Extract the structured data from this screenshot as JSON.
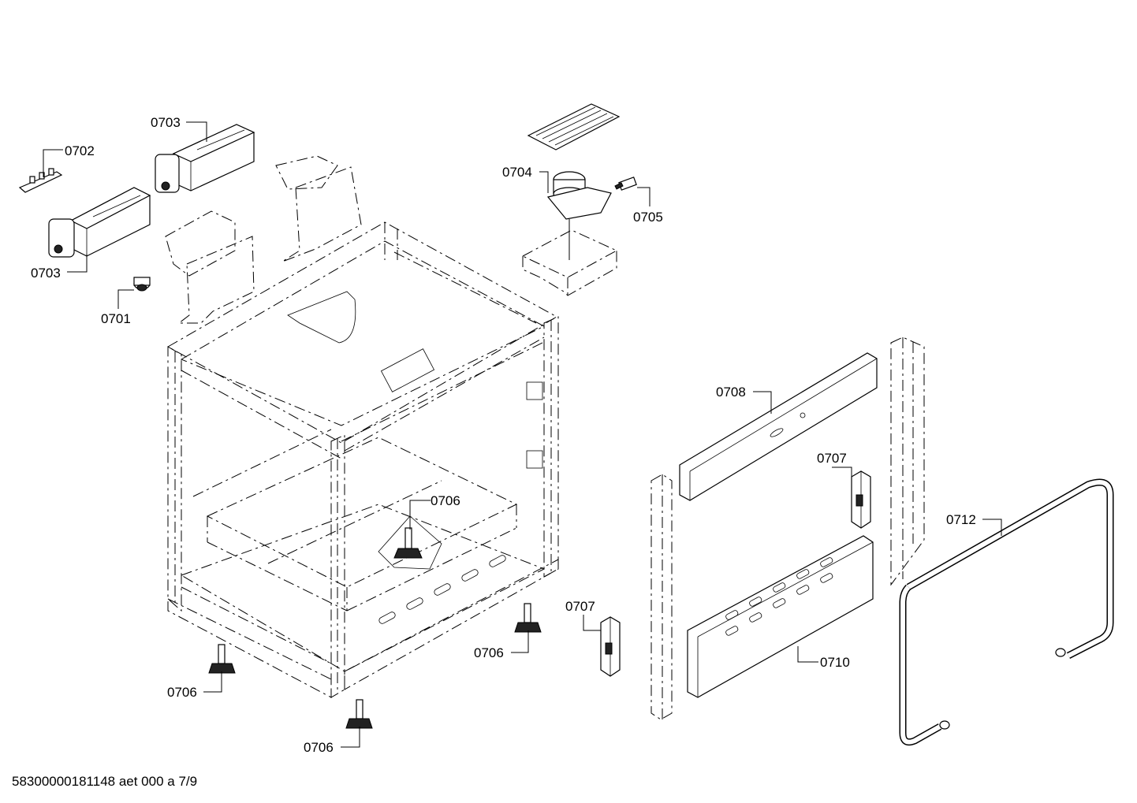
{
  "callouts": {
    "c0703a": "0703",
    "c0702": "0702",
    "c0703b": "0703",
    "c0701": "0701",
    "c0704": "0704",
    "c0705": "0705",
    "c0708": "0708",
    "c0707a": "0707",
    "c0706a": "0706",
    "c0712": "0712",
    "c0707b": "0707",
    "c0706b": "0706",
    "c0710": "0710",
    "c0706c": "0706",
    "c0706d": "0706"
  },
  "footer": {
    "document_id": "58300000181148 aet 000 a 7/9"
  }
}
